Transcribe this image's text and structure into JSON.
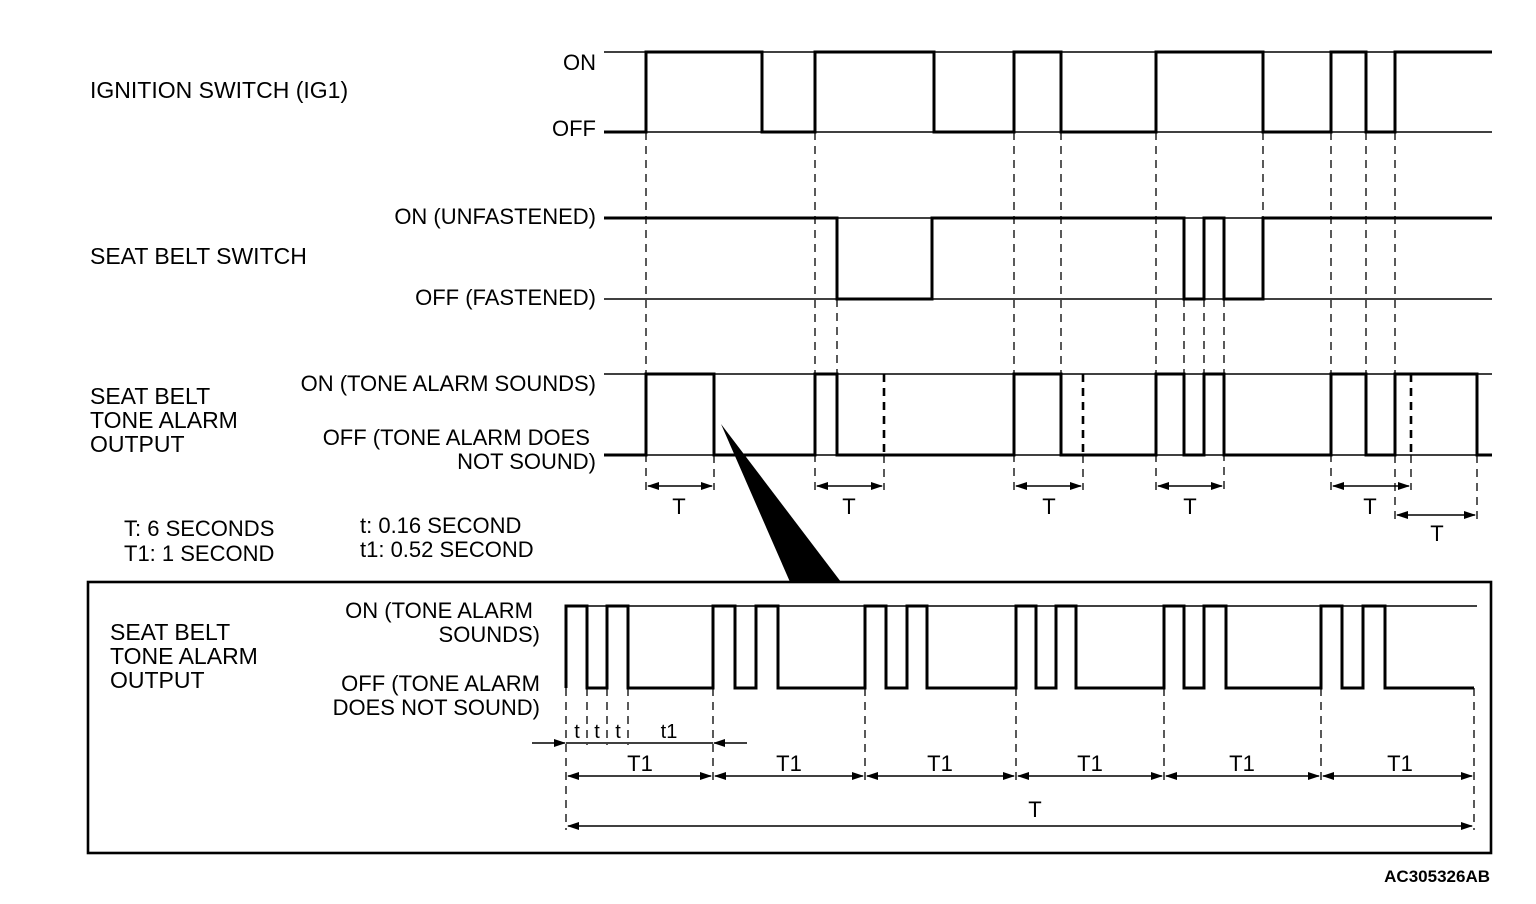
{
  "labels": {
    "ignition": "IGNITION SWITCH (IG1)",
    "seatbelt": "SEAT BELT SWITCH",
    "alarm_lines": [
      "SEAT BELT",
      "TONE ALARM",
      "OUTPUT"
    ],
    "ign_on": "ON",
    "ign_off": "OFF",
    "sb_on": "ON (UNFASTENED)",
    "sb_off": "OFF (FASTENED)",
    "alarm_on": "ON (TONE ALARM SOUNDS)",
    "alarm_off_lines": [
      "OFF (TONE ALARM DOES",
      "NOT SOUND)"
    ]
  },
  "legend": {
    "T": "T: 6 SECONDS",
    "T1": "T1: 1 SECOND",
    "t": "t: 0.16 SECOND",
    "t1": "t1: 0.52 SECOND"
  },
  "detail": {
    "title_lines": [
      "SEAT BELT",
      "TONE ALARM",
      "OUTPUT"
    ],
    "on_lines": [
      "ON (TONE ALARM",
      "SOUNDS)"
    ],
    "off_lines": [
      "OFF (TONE ALARM",
      "DOES NOT SOUND)"
    ]
  },
  "dims": {
    "T": "T",
    "T1": "T1",
    "t": "t",
    "t1": "t1"
  },
  "code": "AC305326AB"
}
